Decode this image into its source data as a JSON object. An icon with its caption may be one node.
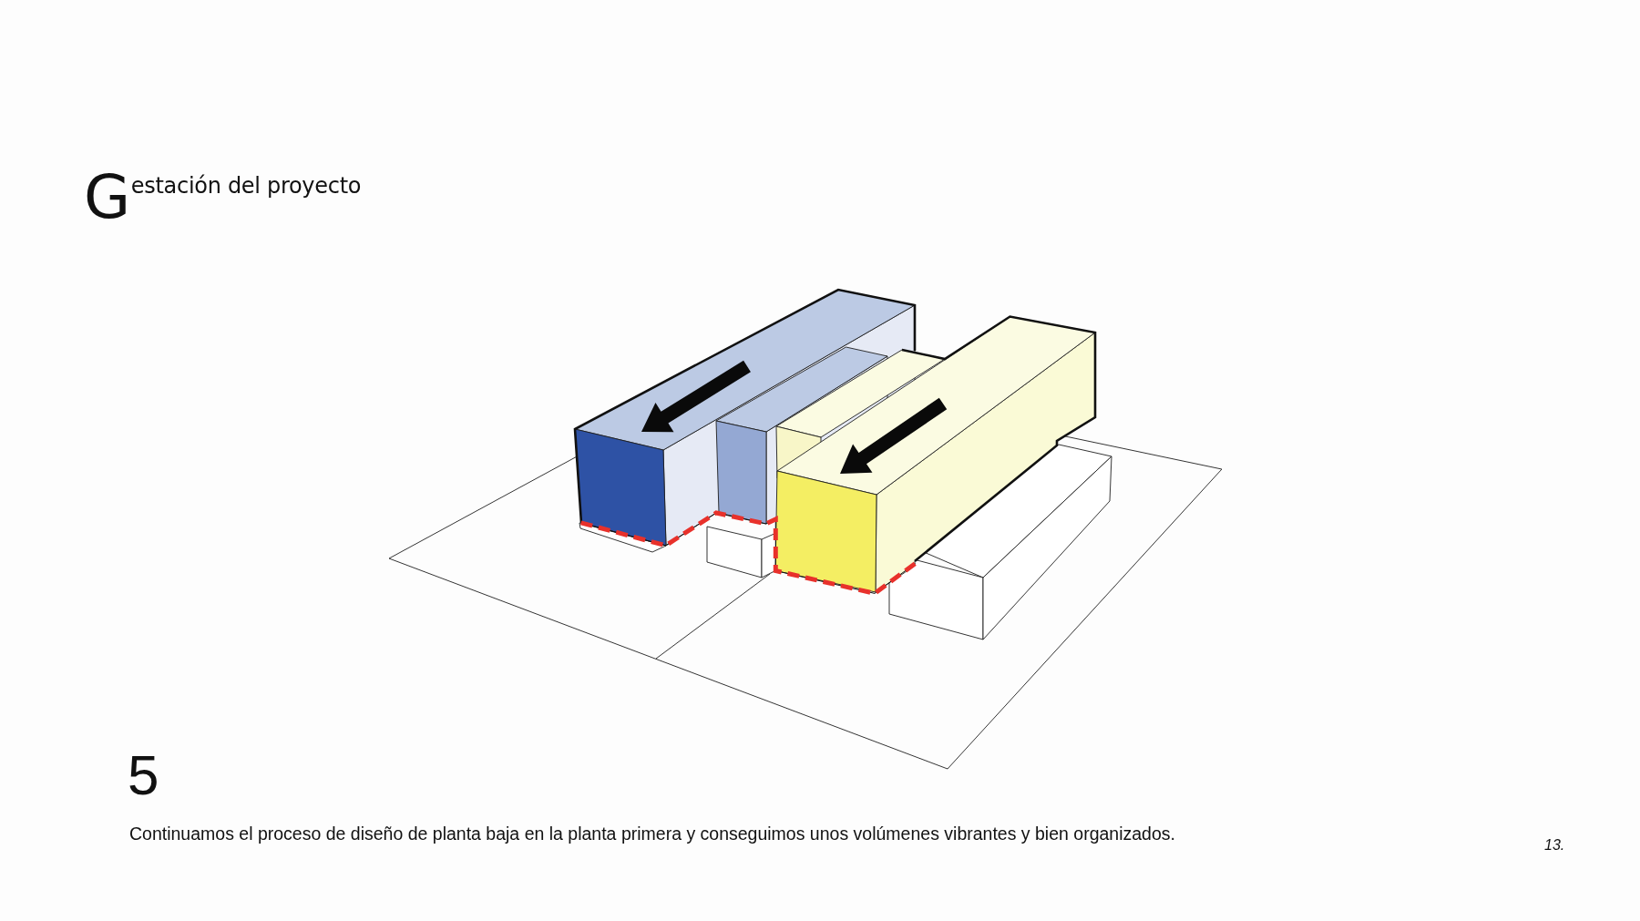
{
  "diagram": {
    "title": "Gestación del proyecto",
    "caption": "Continuamos el proceso de diseño de planta baja en la planta primera y conseguimos unos volúmenes vibrantes y bien organizados.",
    "labels": [
      "5",
      "13."
    ]
  }
}
